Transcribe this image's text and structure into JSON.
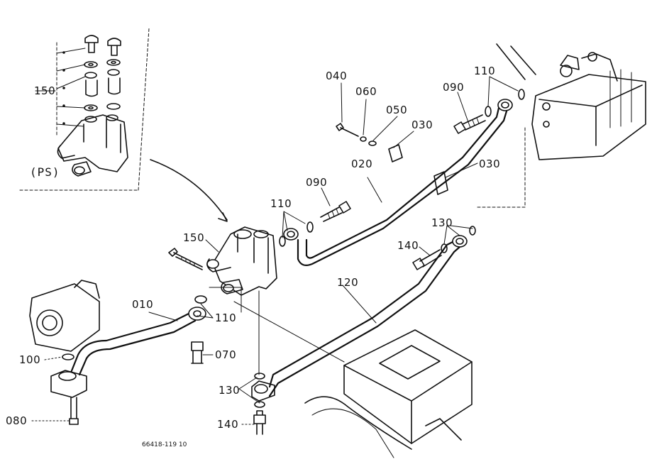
{
  "inset": {
    "label": "(PS)",
    "callout": "150"
  },
  "callouts": [
    {
      "id": "010",
      "text": "010"
    },
    {
      "id": "020",
      "text": "020"
    },
    {
      "id": "030a",
      "text": "030"
    },
    {
      "id": "030b",
      "text": "030"
    },
    {
      "id": "040",
      "text": "040"
    },
    {
      "id": "050",
      "text": "050"
    },
    {
      "id": "060",
      "text": "060"
    },
    {
      "id": "070",
      "text": "070"
    },
    {
      "id": "080",
      "text": "080"
    },
    {
      "id": "090a",
      "text": "090"
    },
    {
      "id": "090b",
      "text": "090"
    },
    {
      "id": "100",
      "text": "100"
    },
    {
      "id": "110a",
      "text": "110"
    },
    {
      "id": "110b",
      "text": "110"
    },
    {
      "id": "110c",
      "text": "110"
    },
    {
      "id": "120",
      "text": "120"
    },
    {
      "id": "130a",
      "text": "130"
    },
    {
      "id": "130b",
      "text": "130"
    },
    {
      "id": "140a",
      "text": "140"
    },
    {
      "id": "140b",
      "text": "140"
    },
    {
      "id": "150",
      "text": "150"
    }
  ],
  "drawing_number": "66418-119 10"
}
